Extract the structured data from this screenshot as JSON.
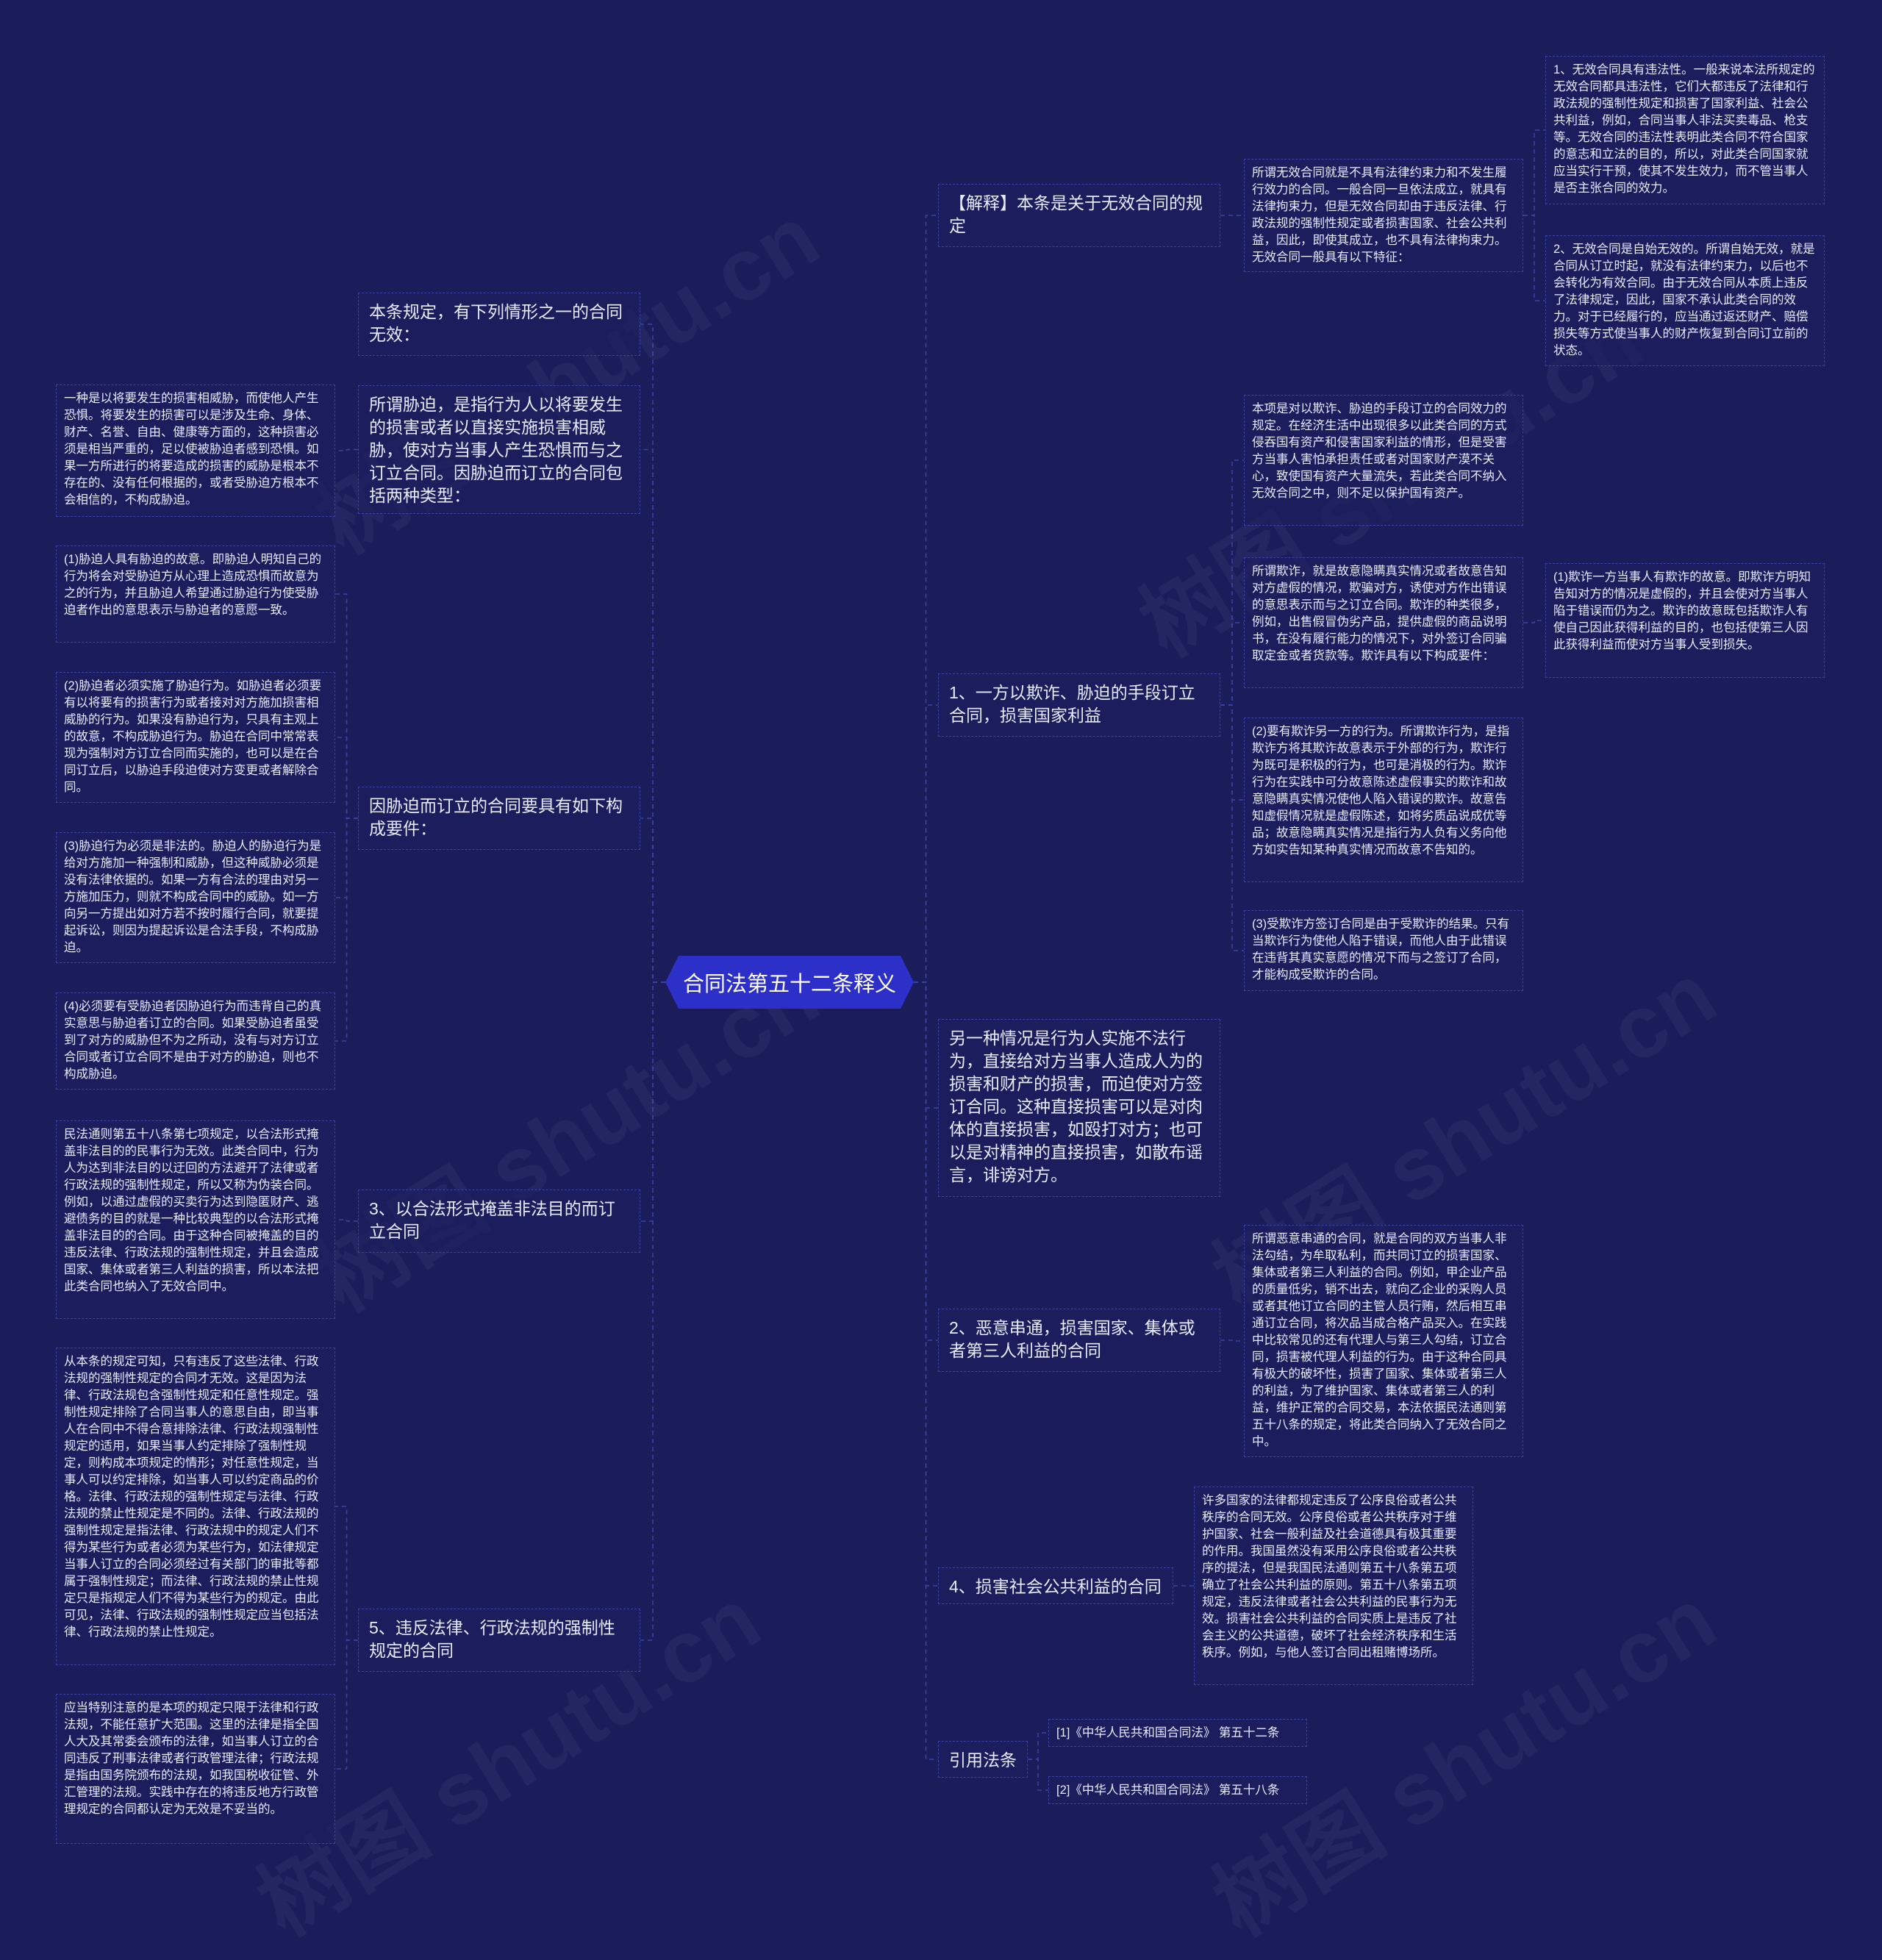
{
  "title": "合同法第五十二条释义",
  "left": {
    "b1": "本条规定，有下列情形之一的合同无效：",
    "b2": "所谓胁迫，是指行为人以将要发生的损害或者以直接实施损害相威胁，使对方当事人产生恐惧而与之订立合同。因胁迫而订立的合同包括两种类型：",
    "b2_leaf": "一种是以将要发生的损害相威胁，而使他人产生恐惧。将要发生的损害可以是涉及生命、身体、财产、名誉、自由、健康等方面的，这种损害必须是相当严重的，足以使被胁迫者感到恐惧。如果一方所进行的将要造成的损害的威胁是根本不存在的、没有任何根据的，或者受胁迫方根本不会相信的，不构成胁迫。",
    "b3": "因胁迫而订立的合同要具有如下构成要件：",
    "b3_leaves": [
      "(1)胁迫人具有胁迫的故意。即胁迫人明知自己的行为将会对受胁迫方从心理上造成恐惧而故意为之的行为，并且胁迫人希望通过胁迫行为使受胁迫者作出的意思表示与胁迫者的意愿一致。",
      "(2)胁迫者必须实施了胁迫行为。如胁迫者必须要有以将要有的损害行为或者接对对方施加损害相威胁的行为。如果没有胁迫行为，只具有主观上的故意，不构成胁迫行为。胁迫在合同中常常表现为强制对方订立合同而实施的，也可以是在合同订立后，以胁迫手段迫使对方变更或者解除合同。",
      "(3)胁迫行为必须是非法的。胁迫人的胁迫行为是给对方施加一种强制和威胁，但这种威胁必须是没有法律依据的。如果一方有合法的理由对另一方施加压力，则就不构成合同中的威胁。如一方向另一方提出如对方若不按时履行合同，就要提起诉讼，则因为提起诉讼是合法手段，不构成胁迫。",
      "(4)必须要有受胁迫者因胁迫行为而违背自己的真实意思与胁迫者订立的合同。如果受胁迫者虽受到了对方的威胁但不为之所动，没有与对方订立合同或者订立合同不是由于对方的胁迫，则也不构成胁迫。"
    ],
    "b4": "3、以合法形式掩盖非法目的而订立合同",
    "b4_leaf": "民法通则第五十八条第七项规定，以合法形式掩盖非法目的的民事行为无效。此类合同中，行为人为达到非法目的以迂回的方法避开了法律或者行政法规的强制性规定，所以又称为伪装合同。例如，以通过虚假的买卖行为达到隐匿财产、逃避债务的目的就是一种比较典型的以合法形式掩盖非法目的的合同。由于这种合同被掩盖的目的违反法律、行政法规的强制性规定，并且会造成国家、集体或者第三人利益的损害，所以本法把此类合同也纳入了无效合同中。",
    "b5": "5、违反法律、行政法规的强制性规定的合同",
    "b5_leaves": [
      "从本条的规定可知，只有违反了这些法律、行政法规的强制性规定的合同才无效。这是因为法律、行政法规包含强制性规定和任意性规定。强制性规定排除了合同当事人的意思自由，即当事人在合同中不得合意排除法律、行政法规强制性规定的适用，如果当事人约定排除了强制性规定，则构成本项规定的情形；对任意性规定，当事人可以约定排除，如当事人可以约定商品的价格。法律、行政法规的强制性规定与法律、行政法规的禁止性规定是不同的。法律、行政法规的强制性规定是指法律、行政法规中的规定人们不得为某些行为或者必须为某些行为，如法律规定当事人订立的合同必须经过有关部门的审批等都属于强制性规定；而法律、行政法规的禁止性规定只是指规定人们不得为某些行为的规定。由此可见，法律、行政法规的强制性规定应当包括法律、行政法规的禁止性规定。",
      "应当特别注意的是本项的规定只限于法律和行政法规，不能任意扩大范围。这里的法律是指全国人大及其常委会颁布的法律，如当事人订立的合同违反了刑事法律或者行政管理法律；行政法规是指由国务院颁布的法规，如我国税收征管、外汇管理的法规。实践中存在的将违反地方行政管理规定的合同都认定为无效是不妥当的。"
    ]
  },
  "right": {
    "r1": "【解释】本条是关于无效合同的规定",
    "r1_mid": "所谓无效合同就是不具有法律约束力和不发生履行效力的合同。一般合同一旦依法成立，就具有法律拘束力，但是无效合同却由于违反法律、行政法规的强制性规定或者损害国家、社会公共利益，因此，即使其成立，也不具有法律拘束力。无效合同一般具有以下特征：",
    "r1_leaves": [
      "1、无效合同具有违法性。一般来说本法所规定的无效合同都具违法性，它们大都违反了法律和行政法规的强制性规定和损害了国家利益、社会公共利益，例如，合同当事人非法买卖毒品、枪支等。无效合同的违法性表明此类合同不符合国家的意志和立法的目的，所以，对此类合同国家就应当实行干预，使其不发生效力，而不管当事人是否主张合同的效力。",
      "2、无效合同是自始无效的。所谓自始无效，就是合同从订立时起，就没有法律约束力，以后也不会转化为有效合同。由于无效合同从本质上违反了法律规定，因此，国家不承认此类合同的效力。对于已经履行的，应当通过返还财产、赔偿损失等方式使当事人的财产恢复到合同订立前的状态。"
    ],
    "r2": "1、一方以欺诈、胁迫的手段订立合同，损害国家利益",
    "r2_mid": [
      "本项是对以欺诈、胁迫的手段订立的合同效力的规定。在经济生活中出现很多以此类合同的方式侵吞国有资产和侵害国家利益的情形，但是受害方当事人害怕承担责任或者对国家财产漠不关心，致使国有资产大量流失，若此类合同不纳入无效合同之中，则不足以保护国有资产。",
      "所谓欺诈，就是故意隐瞒真实情况或者故意告知对方虚假的情况，欺骗对方，诱使对方作出错误的意思表示而与之订立合同。欺诈的种类很多，例如，出售假冒伪劣产品，提供虚假的商品说明书，在没有履行能力的情况下，对外签订合同骗取定金或者货款等。欺诈具有以下构成要件：",
      "(2)要有欺诈另一方的行为。所谓欺诈行为，是指欺诈方将其欺诈故意表示于外部的行为，欺诈行为既可是积极的行为，也可是消极的行为。欺诈行为在实践中可分故意陈述虚假事实的欺诈和故意隐瞒真实情况使他人陷入错误的欺诈。故意告知虚假情况就是虚假陈述，如将劣质品说成优等品；故意隐瞒真实情况是指行为人负有义务向他方如实告知某种真实情况而故意不告知的。",
      "(3)受欺诈方签订合同是由于受欺诈的结果。只有当欺诈行为使他人陷于错误，而他人由于此错误在违背其真实意愿的情况下而与之签订了合同，才能构成受欺诈的合同。"
    ],
    "r2_leaf": "(1)欺诈一方当事人有欺诈的故意。即欺诈方明知告知对方的情况是虚假的，并且会使对方当事人陷于错误而仍为之。欺诈的故意既包括欺诈人有使自己因此获得利益的目的，也包括使第三人因此获得利益而使对方当事人受到损失。",
    "r3": "另一种情况是行为人实施不法行为，直接给对方当事人造成人为的损害和财产的损害，而迫使对方签订合同。这种直接损害可以是对肉体的直接损害，如殴打对方；也可以是对精神的直接损害，如散布谣言，诽谤对方。",
    "r4": "2、恶意串通，损害国家、集体或者第三人利益的合同",
    "r4_leaf": "所谓恶意串通的合同，就是合同的双方当事人非法勾结，为牟取私利，而共同订立的损害国家、集体或者第三人利益的合同。例如，甲企业产品的质量低劣，销不出去，就向乙企业的采购人员或者其他订立合同的主管人员行贿，然后相互串通订立合同，将次品当成合格产品买入。在实践中比较常见的还有代理人与第三人勾结，订立合同，损害被代理人利益的行为。由于这种合同具有极大的破坏性，损害了国家、集体或者第三人的利益，为了维护国家、集体或者第三人的利益，维护正常的合同交易，本法依据民法通则第五十八条的规定，将此类合同纳入了无效合同之中。",
    "r5": "4、损害社会公共利益的合同",
    "r5_leaf": "许多国家的法律都规定违反了公序良俗或者公共秩序的合同无效。公序良俗或者公共秩序对于维护国家、社会一般利益及社会道德具有极其重要的作用。我国虽然没有采用公序良俗或者公共秩序的提法，但是我国民法通则第五十八条第五项确立了社会公共利益的原则。第五十八条第五项规定，违反法律或者社会公共利益的民事行为无效。损害社会公共利益的合同实质上是违反了社会主义的公共道德，破坏了社会经济秩序和生活秩序。例如，与他人签订合同出租赌博场所。",
    "r6": "引用法条",
    "r6_leaves": [
      "[1]《中华人民共和国合同法》 第五十二条",
      "[2]《中华人民共和国合同法》 第五十八条"
    ]
  },
  "watermark": "树图 shutu.cn",
  "colors": {
    "background": "#1b1d5a",
    "root_fill": "#2c30c8",
    "node_border": "#3a41a8",
    "connector": "#3a41a8",
    "text": "#e8eaff"
  }
}
